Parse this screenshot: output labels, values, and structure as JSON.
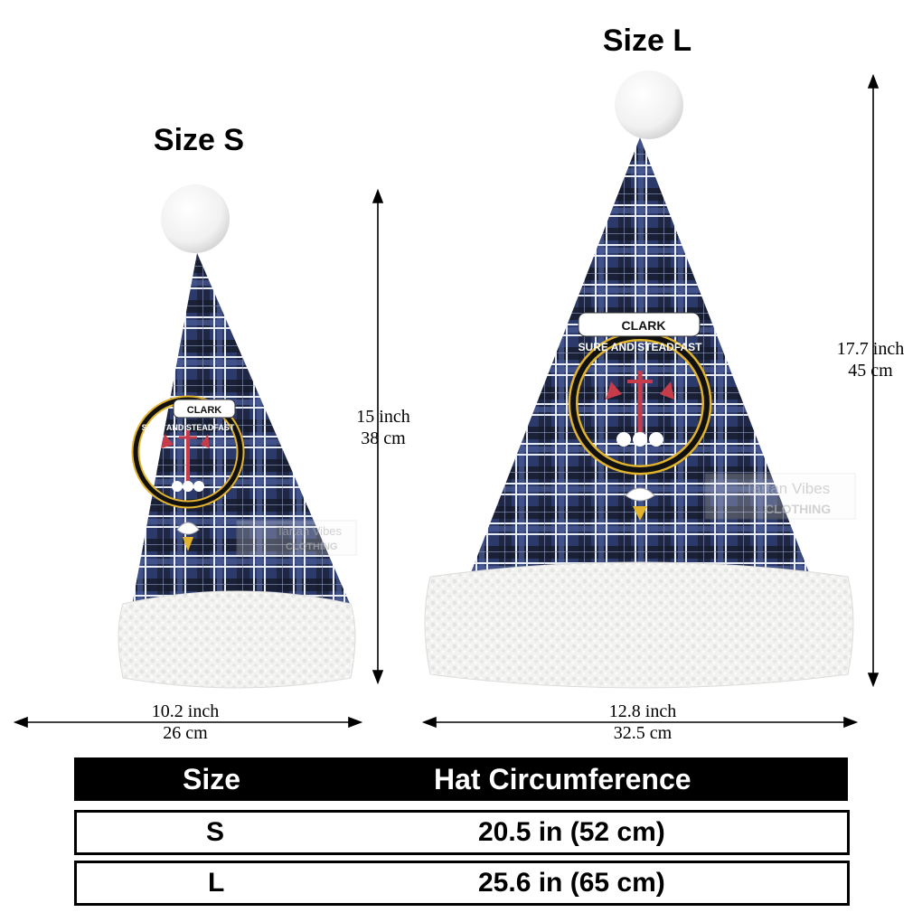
{
  "sizes": {
    "small": {
      "title": "Size S",
      "height_inch": "15 inch",
      "height_cm": "38 cm",
      "width_inch": "10.2 inch",
      "width_cm": "26 cm"
    },
    "large": {
      "title": "Size L",
      "height_inch": "17.7 inch",
      "height_cm": "45 cm",
      "width_inch": "12.8 inch",
      "width_cm": "32.5 cm"
    }
  },
  "crest": {
    "name": "CLARK",
    "motto": "SURE AND STEADFAST"
  },
  "watermark": {
    "line1": "Tartan Vibes",
    "line2": "CLOTHING"
  },
  "table": {
    "header_size": "Size",
    "header_circ": "Hat Circumference",
    "rows": [
      {
        "size": "S",
        "circ": "20.5 in (52 cm)"
      },
      {
        "size": "L",
        "circ": "25.6 in (65 cm)"
      }
    ]
  },
  "colors": {
    "tartan_base": "#2c3a6b",
    "tartan_dark": "#10131c",
    "tartan_line": "#e8ecf4",
    "fur": "#f4f4f2",
    "crest_gold": "#e2b42c"
  }
}
